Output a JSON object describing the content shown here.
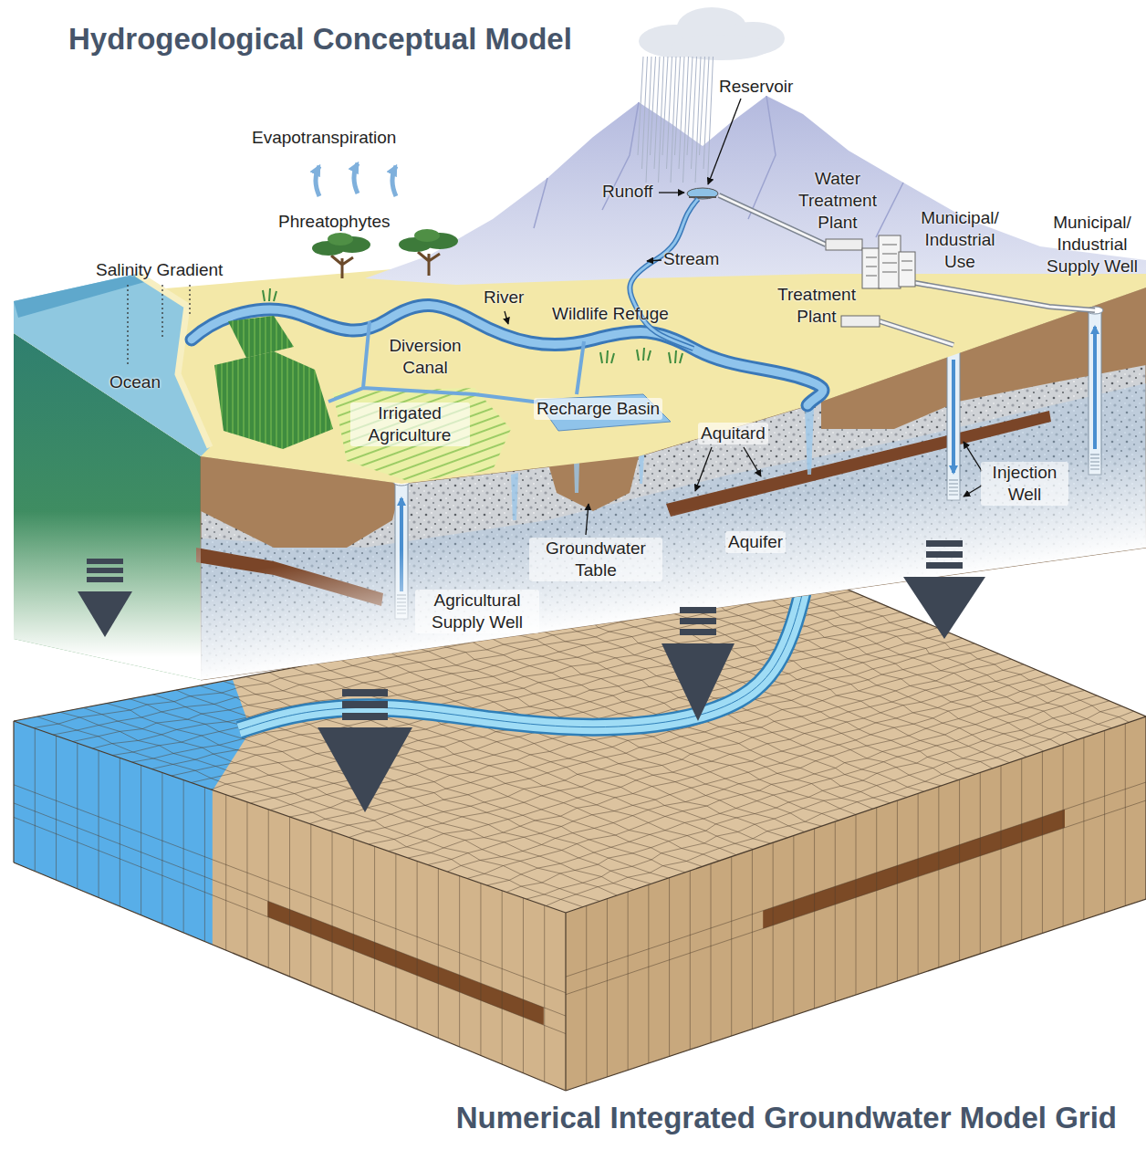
{
  "diagram": {
    "title": "Hydrogeological Conceptual Model",
    "caption": "Numerical Integrated Groundwater Model Grid",
    "labels": [
      "Evapotranspiration",
      "Phreatophytes",
      "Salinity Gradient",
      "Ocean",
      "Runoff",
      "Reservoir",
      "Water Treatment Plant",
      "Municipal/ Industrial Use",
      "Municipal/ Industrial Supply Well",
      "Stream",
      "River",
      "Wildlife Refuge",
      "Diversion Canal",
      "Treatment Plant",
      "Irrigated Agriculture",
      "Recharge Basin",
      "Aquitard",
      "Injection Well",
      "Groundwater Table",
      "Aquifer",
      "Agricultural Supply Well"
    ]
  }
}
